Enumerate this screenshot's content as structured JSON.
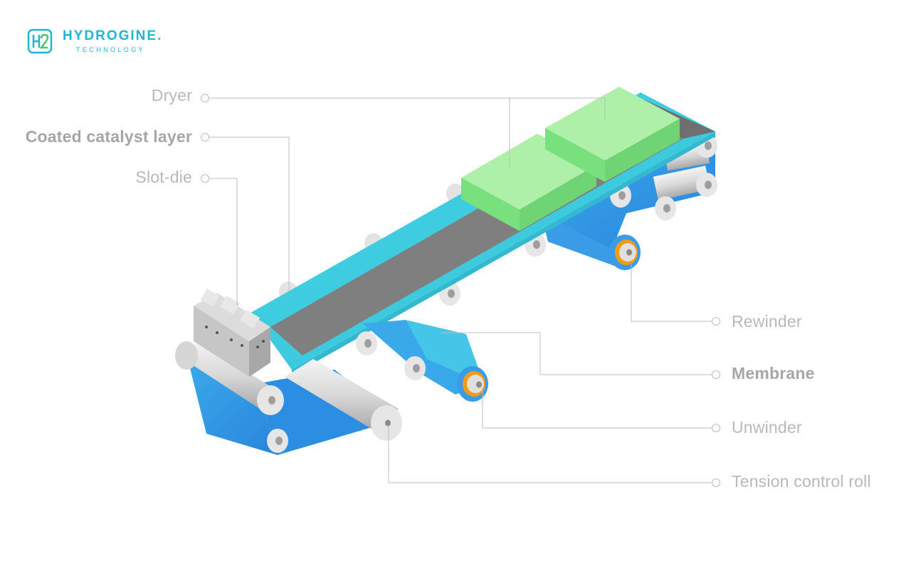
{
  "logo": {
    "brand_text": "HYDROGINE",
    "brand_dot": ".",
    "tagline": "TECHNOLOGY",
    "icon": "h2-logo-icon",
    "colors": {
      "primary": "#20b5d0",
      "accent": "#4cc36a"
    }
  },
  "labels": {
    "dryer": "Dryer",
    "coated_catalyst_layer": "Coated catalyst layer",
    "slot_die": "Slot-die",
    "rewinder": "Rewinder",
    "membrane": "Membrane",
    "unwinder": "Unwinder",
    "tension_control_roll": "Tension control roll"
  },
  "colors": {
    "membrane": "#3cc8da",
    "membrane_dark": "#2f8fe0",
    "coating": "#7f7f7f",
    "dryer": "#8be89a",
    "roller": "#e6e6e6",
    "core": "#f39c12",
    "leader": "#bdbdbd"
  }
}
